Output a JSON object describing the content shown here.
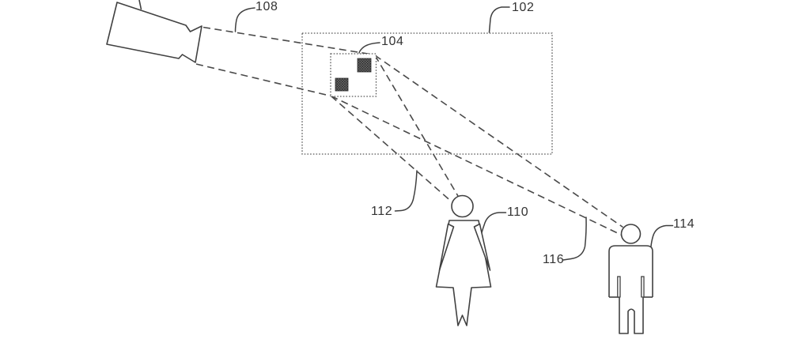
{
  "figure": {
    "labels": {
      "projector": "108",
      "display": "102",
      "marker_region": "104",
      "light_path_to_woman": "112",
      "viewer_woman": "110",
      "light_path_to_man": "116",
      "viewer_man": "114"
    },
    "colors": {
      "background": "#ffffff",
      "line": "#3f3f3f",
      "dashed_beam": "#4a4a4a",
      "dotted_border": "#585858",
      "marker_fill_dark": "#2e2e2e",
      "label_text": "#333333"
    }
  }
}
